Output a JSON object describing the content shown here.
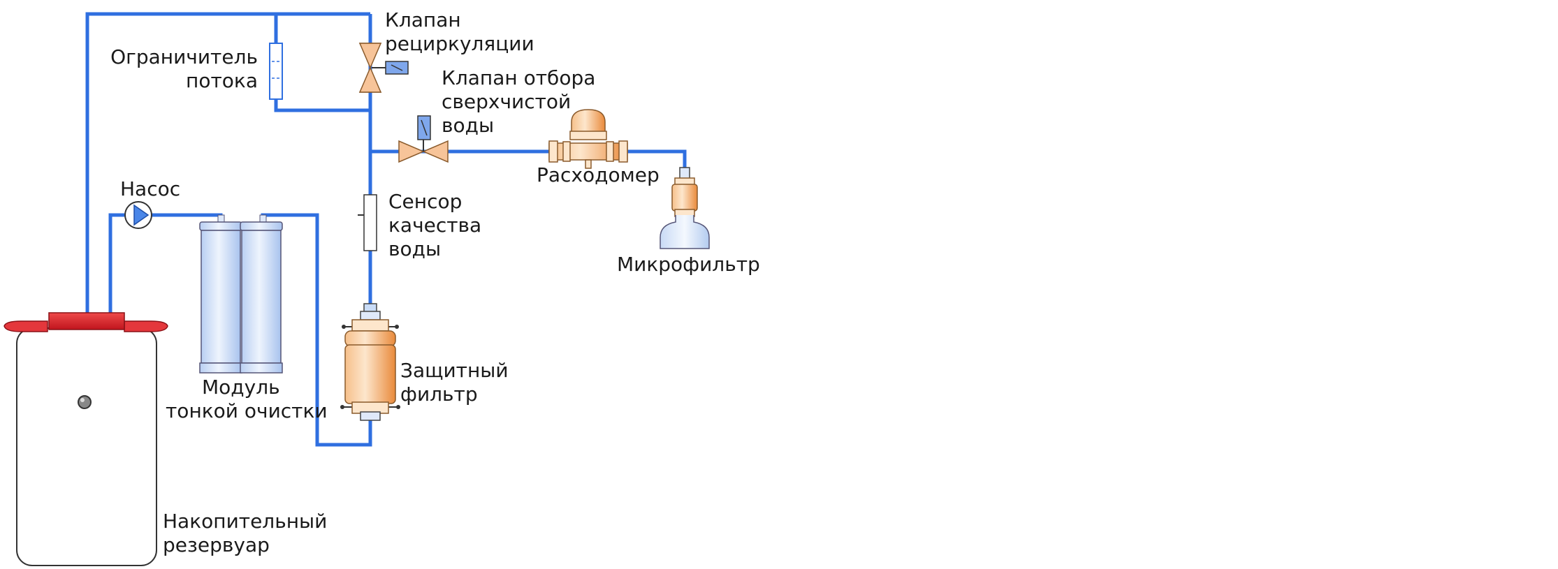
{
  "labels": {
    "recirc_valve_1": "Клапан",
    "recirc_valve_2": "рециркуляции",
    "flow_limiter_1": "Ограничитель",
    "flow_limiter_2": "потока",
    "dispense_valve_1": "Клапан отбора",
    "dispense_valve_2": "сверхчистой",
    "dispense_valve_3": "воды",
    "flowmeter": "Расходомер",
    "microfilter": "Микрофильтр",
    "pump": "Насос",
    "sensor_1": "Сенсор",
    "sensor_2": "качества",
    "sensor_3": "воды",
    "module_1": "Модуль",
    "module_2": "тонкой очистки",
    "guard_filter_1": "Защитный",
    "guard_filter_2": "фильтр",
    "tank_1": "Накопительный",
    "tank_2": "резервуар"
  },
  "colors": {
    "pipe": "#2f6fe0",
    "valve": "#f7c499",
    "cap": "#d8212a",
    "cartridge": "#c9dcf7",
    "filter": "#f3b883"
  }
}
